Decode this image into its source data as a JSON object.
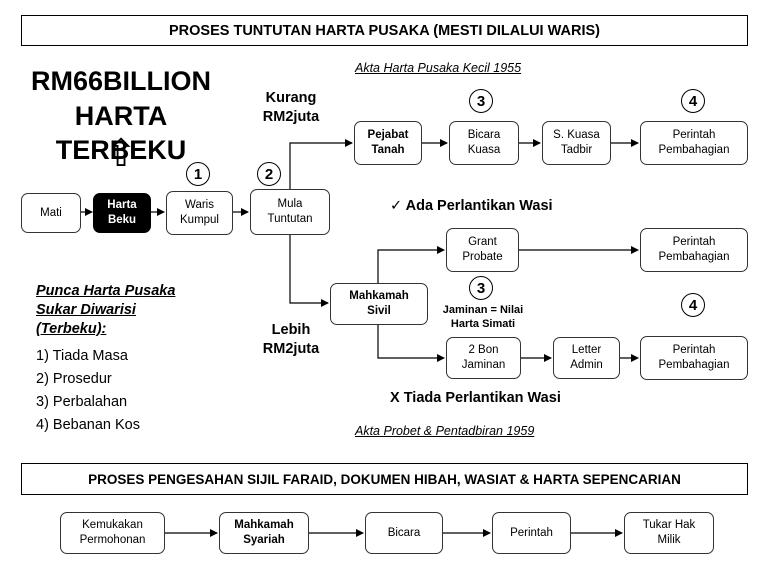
{
  "top_title": "PROSES TUNTUTAN HARTA PUSAKA  (MESTI DILALUI WARIS)",
  "headline": {
    "line1": "RM66BILLION",
    "line2": "HARTA TERBEKU",
    "arrow": "⇧"
  },
  "acts": {
    "small_estate": "Akta Harta Pusaka Kecil 1955",
    "probate": "Akta Probet & Pentadbiran 1959"
  },
  "thresholds": {
    "less_line1": "Kurang",
    "less_line2": "RM2juta",
    "more_line1": "Lebih",
    "more_line2": "RM2juta"
  },
  "main_flow": {
    "mati": "Mati",
    "harta_beku": [
      "Harta",
      "Beku"
    ],
    "waris_kumpul": [
      "Waris",
      "Kumpul"
    ],
    "mula_tuntutan": [
      "Mula",
      "Tuntutan"
    ]
  },
  "small_estate_flow": {
    "pejabat_tanah": [
      "Pejabat",
      "Tanah"
    ],
    "bicara_kuasa": [
      "Bicara",
      "Kuasa"
    ],
    "s_kuasa_tadbir": [
      "S. Kuasa",
      "Tadbir"
    ],
    "perintah": [
      "Perintah",
      "Pembahagian"
    ]
  },
  "court_flow": {
    "mahkamah_sivil": [
      "Mahkamah",
      "Sivil"
    ],
    "grant_probate": [
      "Grant",
      "Probate"
    ],
    "perintah_a": [
      "Perintah",
      "Pembahagian"
    ],
    "bon_jaminan": [
      "2 Bon",
      "Jaminan"
    ],
    "letter_admin": [
      "Letter",
      "Admin"
    ],
    "perintah_b": [
      "Perintah",
      "Pembahagian"
    ]
  },
  "wasi": {
    "with": "✓  Ada Perlantikan Wasi",
    "without": "X   Tiada Perlantikan Wasi"
  },
  "jaminan_note": {
    "line1": "Jaminan = Nilai",
    "line2": "Harta Simati"
  },
  "steps": {
    "s1": "1",
    "s2": "2",
    "s3a": "3",
    "s4a": "4",
    "s3b": "3",
    "s4b": "4"
  },
  "causes": {
    "title_line1": "Punca Harta Pusaka",
    "title_line2": "Sukar Diwarisi",
    "title_line3": "(Terbeku):",
    "items": [
      "1)   Tiada Masa",
      "2)   Prosedur",
      "3)   Perbalahan",
      "4)   Bebanan Kos"
    ]
  },
  "bottom_title": "PROSES PENGESAHAN SIJIL FARAID, DOKUMEN HIBAH, WASIAT & HARTA SEPENCARIAN",
  "bottom_flow": {
    "kemukakan": [
      "Kemukakan",
      "Permohonan"
    ],
    "mahkamah_syariah": [
      "Mahkamah",
      "Syariah"
    ],
    "bicara": "Bicara",
    "perintah": "Perintah",
    "tukar_hak": [
      "Tukar Hak",
      "Milik"
    ]
  }
}
